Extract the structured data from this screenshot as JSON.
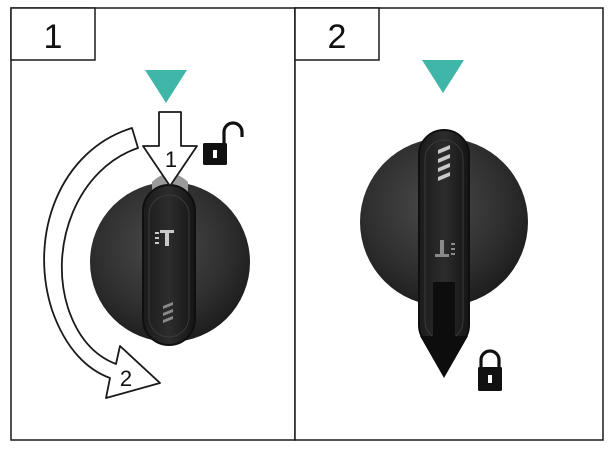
{
  "panels": [
    {
      "label": "1"
    },
    {
      "label": "2"
    }
  ],
  "steps": {
    "press_label": "1",
    "rotate_label": "2"
  },
  "icons": {
    "indicator": "teal-triangle-indicator-icon",
    "unlocked": "unlocked-padlock-icon",
    "locked": "locked-padlock-icon"
  },
  "colors": {
    "indicator": "#3fb6a8",
    "knob": "#2b2b2b",
    "outline": "#1a1a1a",
    "background": "#ffffff"
  }
}
